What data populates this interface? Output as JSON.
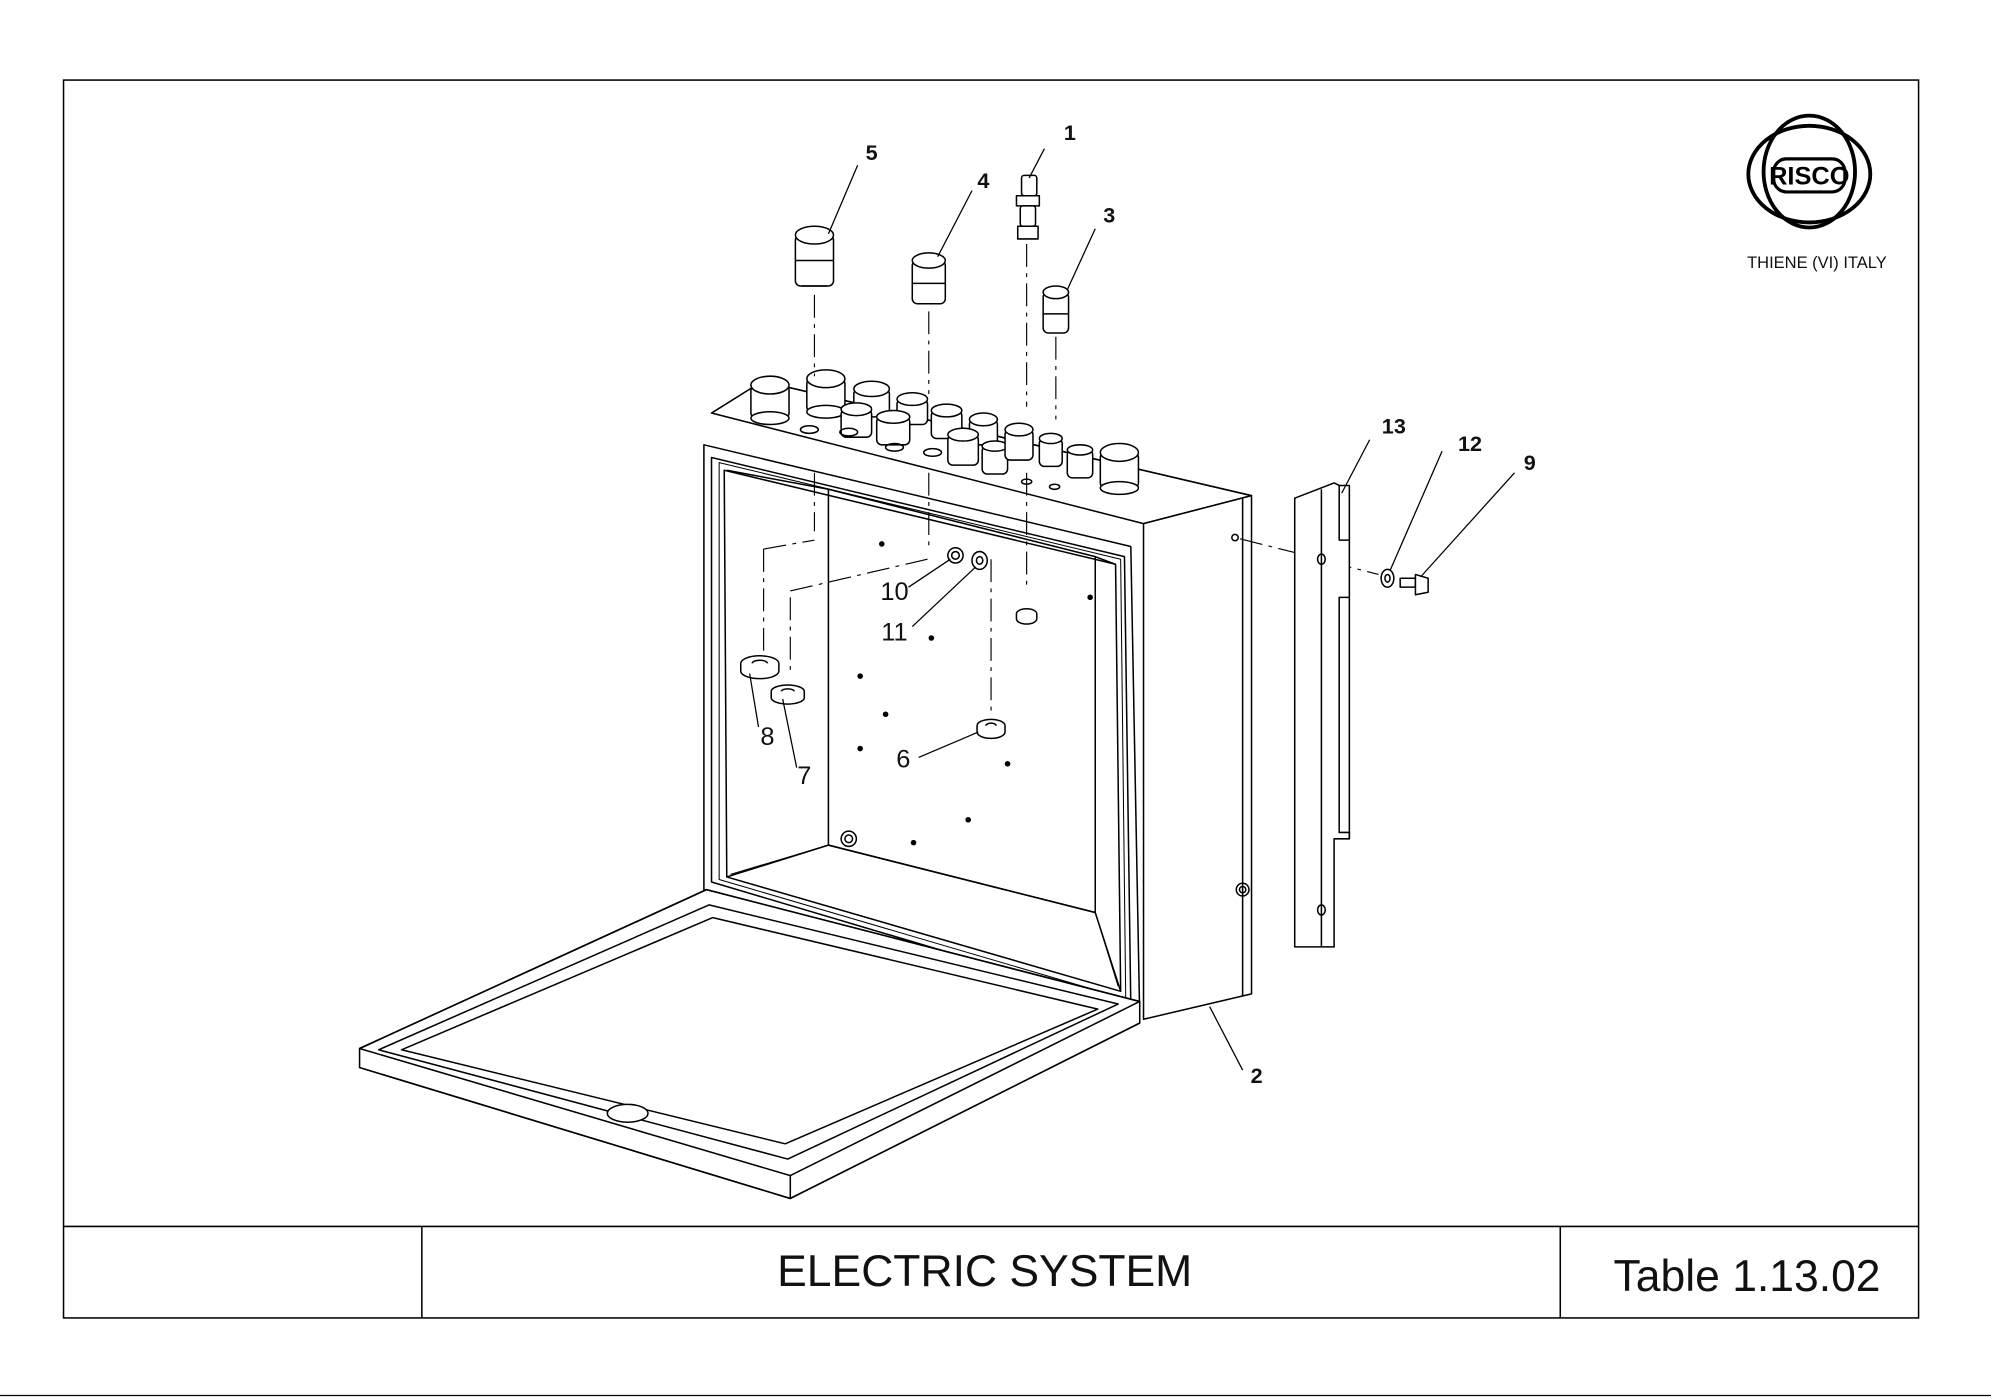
{
  "logo": {
    "mark": "RISCO",
    "location": "THIENE (VI) ITALY"
  },
  "title_block": {
    "left_cell": "",
    "title": "ELECTRIC SYSTEM",
    "table_ref": "Table 1.13.02"
  },
  "callouts": [
    "1",
    "2",
    "3",
    "4",
    "5",
    "6",
    "7",
    "8",
    "9",
    "10",
    "11",
    "12",
    "13"
  ]
}
